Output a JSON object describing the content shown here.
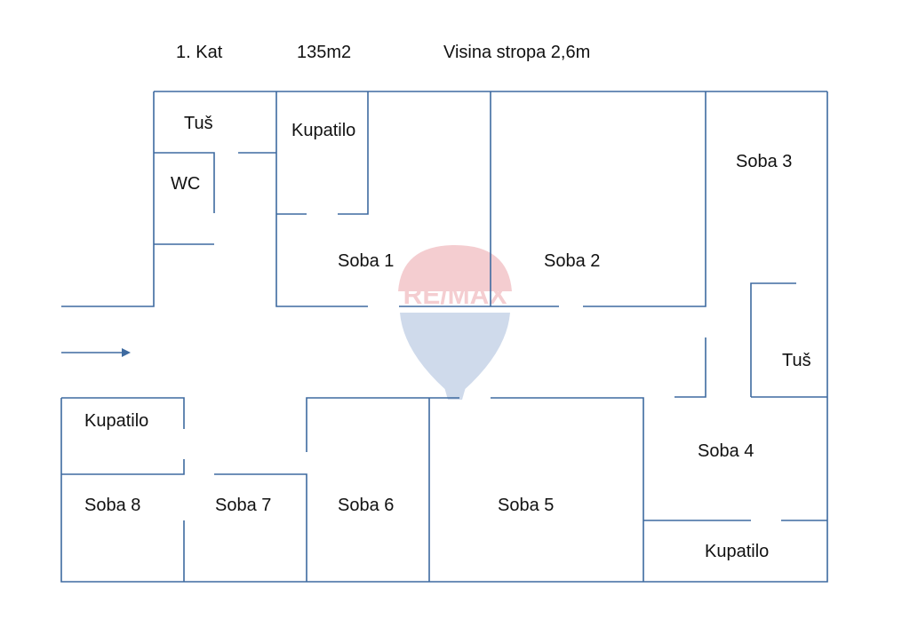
{
  "header": {
    "floor": "1. Kat",
    "area": "135m2",
    "ceiling": "Visina stropa 2,6m"
  },
  "rooms": {
    "tus_top": "Tuš",
    "wc": "WC",
    "kupatilo_top": "Kupatilo",
    "soba1": "Soba 1",
    "soba2": "Soba 2",
    "soba3": "Soba 3",
    "tus_right": "Tuš",
    "kupatilo_left": "Kupatilo",
    "soba8": "Soba 8",
    "soba7": "Soba 7",
    "soba6": "Soba 6",
    "soba5": "Soba 5",
    "soba4": "Soba 4",
    "kupatilo_bottom": "Kupatilo"
  },
  "watermark": {
    "brand": "RE/MAX",
    "colors": {
      "red": "#d0202e",
      "blue": "#2a5aa8",
      "wall": "#3e6aa0"
    }
  }
}
